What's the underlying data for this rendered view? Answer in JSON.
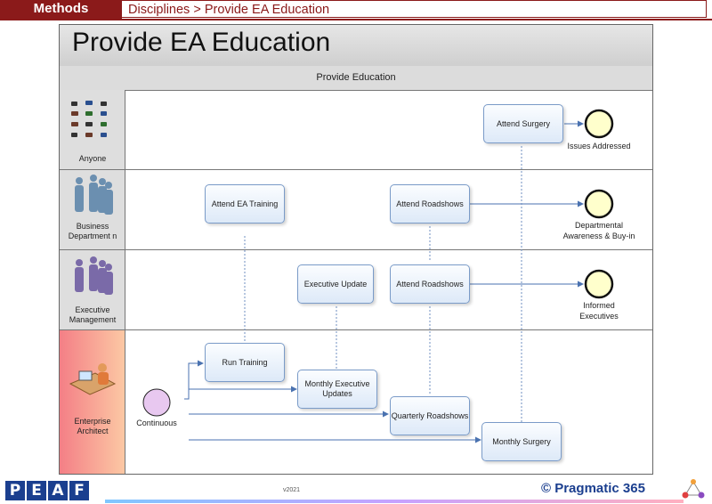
{
  "header": {
    "methods_label": "Methods",
    "breadcrumb": "Disciplines > Provide EA Education"
  },
  "diagram": {
    "title": "Provide EA Education",
    "phase": "Provide Education",
    "lanes": [
      {
        "label": "Anyone"
      },
      {
        "label": "Business Department n"
      },
      {
        "label": "Executive Management"
      },
      {
        "label": "Enterprise Architect"
      }
    ],
    "boxes": {
      "attend_surgery": "Attend Surgery",
      "attend_ea_training": "Attend EA Training",
      "attend_roadshows_bd": "Attend Roadshows",
      "executive_update": "Executive Update",
      "attend_roadshows_em": "Attend Roadshows",
      "run_training": "Run Training",
      "monthly_exec_updates": "Monthly Executive Updates",
      "quarterly_roadshows": "Quarterly Roadshows",
      "monthly_surgery": "Monthly Surgery"
    },
    "events": {
      "start": "Continuous",
      "issues_addressed": "Issues Addressed",
      "dept_awareness": "Departmental Awareness & Buy-in",
      "informed_execs": "Informed Executives"
    }
  },
  "footer": {
    "peaf_letters": [
      "P",
      "E",
      "A",
      "F"
    ],
    "version": "v2021",
    "brand": "© Pragmatic 365"
  },
  "colors": {
    "accent": "#8b1a1a",
    "brand": "#1b3f8f",
    "start_event": "#e8c8f0",
    "end_event": "#ffffcc"
  }
}
